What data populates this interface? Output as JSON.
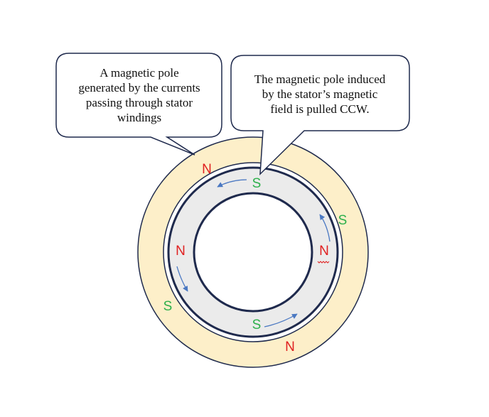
{
  "callouts": {
    "rotor_pole": "A magnetic pole\ngenerated by the currents\npassing through stator\nwindings",
    "induced_pole": "The magnetic pole induced\nby the stator’s magnetic\nfield is pulled CCW."
  },
  "poles": {
    "stator_top": "N",
    "stator_right": "S",
    "stator_bottom": "N",
    "stator_left": "S",
    "rotor_top": "S",
    "rotor_right": "N",
    "rotor_bottom": "S",
    "rotor_left": "N"
  },
  "colors": {
    "stator_fill": "#fdefc9",
    "rotor_fill": "#ebebeb",
    "outline": "#1f2a4d",
    "north_pole": "#e02020",
    "south_pole": "#2db04b",
    "arrow": "#4a78c2"
  }
}
